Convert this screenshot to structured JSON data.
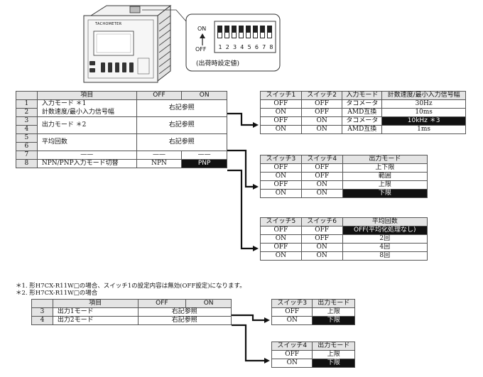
{
  "dip": {
    "on_label": "ON",
    "off_label": "OFF",
    "numbers": [
      "1",
      "2",
      "3",
      "4",
      "5",
      "6",
      "7",
      "8"
    ],
    "caption": "(出荷時設定値)",
    "device_label": "TACHOMETER"
  },
  "main_table": {
    "headers": [
      "",
      "項目",
      "OFF",
      "ON"
    ],
    "rows": [
      {
        "num": "1",
        "item": "入力モード ＊1"
      },
      {
        "num": "2",
        "item": "計数速度/最小入力信号幅"
      },
      {
        "num": "3",
        "item": "出力モード ＊2"
      },
      {
        "num": "4",
        "item": ""
      },
      {
        "num": "5",
        "item": "平均回数"
      },
      {
        "num": "6",
        "item": ""
      },
      {
        "num": "7",
        "item": "——",
        "off": "——",
        "on": "——"
      },
      {
        "num": "8",
        "item": "NPN/PNP入力モード切替",
        "off": "NPN",
        "on": "PNP"
      }
    ],
    "ref_text": "右記参照"
  },
  "t1": {
    "headers": [
      "スイッチ1",
      "スイッチ2",
      "入力モード",
      "計数速度/最小入力信号幅"
    ],
    "rows": [
      [
        "OFF",
        "OFF",
        "タコメータ",
        "30Hz"
      ],
      [
        "ON",
        "OFF",
        "AMD互換",
        "10ms"
      ],
      [
        "OFF",
        "ON",
        "タコメータ",
        "10kHz ＊3"
      ],
      [
        "ON",
        "ON",
        "AMD互換",
        "1ms"
      ]
    ]
  },
  "t2": {
    "headers": [
      "スイッチ3",
      "スイッチ4",
      "出力モード"
    ],
    "rows": [
      [
        "OFF",
        "OFF",
        "上下限"
      ],
      [
        "ON",
        "OFF",
        "範囲"
      ],
      [
        "OFF",
        "ON",
        "上限"
      ],
      [
        "ON",
        "ON",
        "下限"
      ]
    ]
  },
  "t3": {
    "headers": [
      "スイッチ5",
      "スイッチ6",
      "平均回数"
    ],
    "rows": [
      [
        "OFF",
        "OFF",
        "OFF(平均化処理なし)"
      ],
      [
        "ON",
        "OFF",
        "2回"
      ],
      [
        "OFF",
        "ON",
        "4回"
      ],
      [
        "ON",
        "ON",
        "8回"
      ]
    ]
  },
  "notes": [
    "＊1. 形H7CX-R11W□の場合、スイッチ1の設定内容は無効(OFF設定)になります。",
    "＊2. 形H7CX-R11W□の場合"
  ],
  "table2": {
    "headers": [
      "",
      "項目",
      "OFF",
      "ON"
    ],
    "rows": [
      {
        "num": "3",
        "item": "出力1モード"
      },
      {
        "num": "4",
        "item": "出力2モード"
      }
    ],
    "ref_text": "右記参照"
  },
  "t4": {
    "headers": [
      "スイッチ3",
      "出力モード"
    ],
    "rows": [
      [
        "OFF",
        "上限"
      ],
      [
        "ON",
        "下限"
      ]
    ]
  },
  "t5": {
    "headers": [
      "スイッチ4",
      "出力モード"
    ],
    "rows": [
      [
        "OFF",
        "上限"
      ],
      [
        "ON",
        "下限"
      ]
    ]
  }
}
